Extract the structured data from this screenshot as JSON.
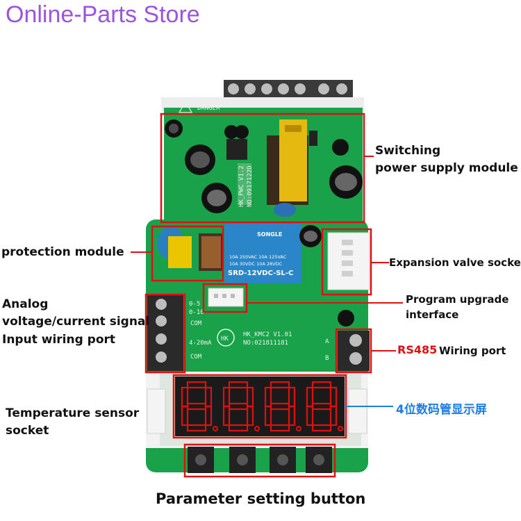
{
  "store": {
    "title": "Online-Parts Store"
  },
  "labels": {
    "switching_line1": "Switching",
    "switching_line2": "power supply module",
    "protection": "protection module",
    "expansion": "Expansion valve socke",
    "program_line1": "Program upgrade",
    "program_line2": "interface",
    "analog_line1": "Analog",
    "analog_line2": "voltage/current signal",
    "analog_line3": "Input wiring port",
    "rs485_red": "RS485",
    "rs485_black": "Wiring port",
    "temp_line1": "Temperature sensor",
    "temp_line2": "socket",
    "display_cn": "4位数码管显示屏",
    "button": "Parameter setting button"
  },
  "board": {
    "relay_brand": "SONGLE",
    "relay_line1": "10A 250VAC  10A 125VAC",
    "relay_line2": "10A 30VDC  10A 28VDC",
    "relay_model": "SRD-12VDC-SL-C",
    "pwc_line1": "HK_PWC V1.2",
    "pwc_line2": "NO:0917122D",
    "kmc_line1": "HK_KMC2 V1.01",
    "kmc_line2": "NO:021811181",
    "silk_05": "0-5",
    "silk_010": "0-10",
    "silk_com1": "COM",
    "silk_420": "4-20mA",
    "silk_com2": "COM",
    "silk_a": "A",
    "silk_b": "B",
    "danger": "DANGER"
  },
  "colors": {
    "pcb": "#19a24a",
    "annotation": "#e01010",
    "terminal": "#2a2a2a",
    "display": "#e01010",
    "store": "#9b54e0",
    "chinese": "#1e7ce6"
  }
}
